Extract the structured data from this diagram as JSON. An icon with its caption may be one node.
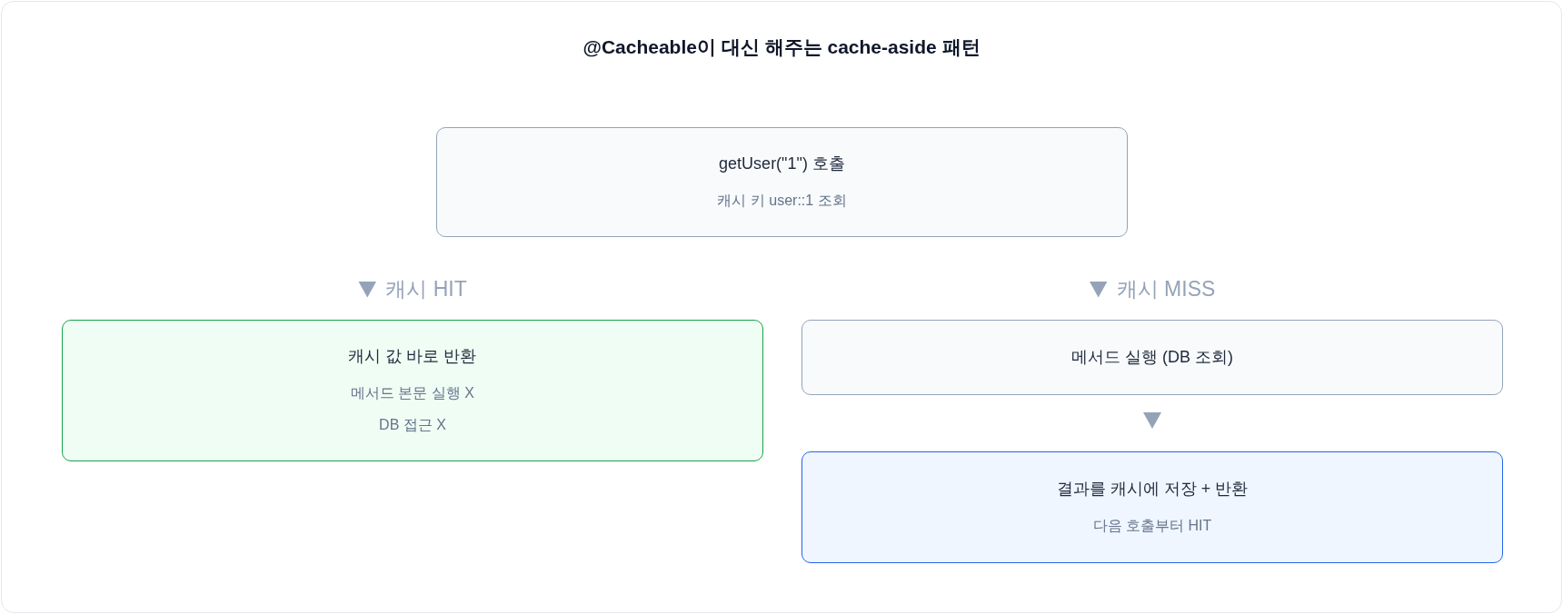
{
  "diagram": {
    "title": "@Cacheable이 대신 해주는 cache-aside 패턴",
    "nodes": [
      {
        "text": [
          "getUser(\"1\") 호출",
          "캐시 키 user::1 조회"
        ]
      },
      {
        "text": [
          "캐시 값 바로 반환",
          "메서드 본문 실행 X",
          "DB 접근 X"
        ]
      },
      {
        "text": [
          "메서드 실행 (DB 조회)"
        ]
      },
      {
        "text": [
          "결과를 캐시에 저장 + 반환",
          "다음 호출부터 HIT"
        ]
      }
    ],
    "edges": [
      {
        "from": null,
        "to": 1,
        "arrow": "to",
        "label": "캐시 HIT"
      },
      {
        "from": null,
        "to": 2,
        "arrow": "to",
        "label": "캐시 MISS"
      },
      {
        "from": 2,
        "to": 3,
        "arrow": "to"
      }
    ]
  }
}
